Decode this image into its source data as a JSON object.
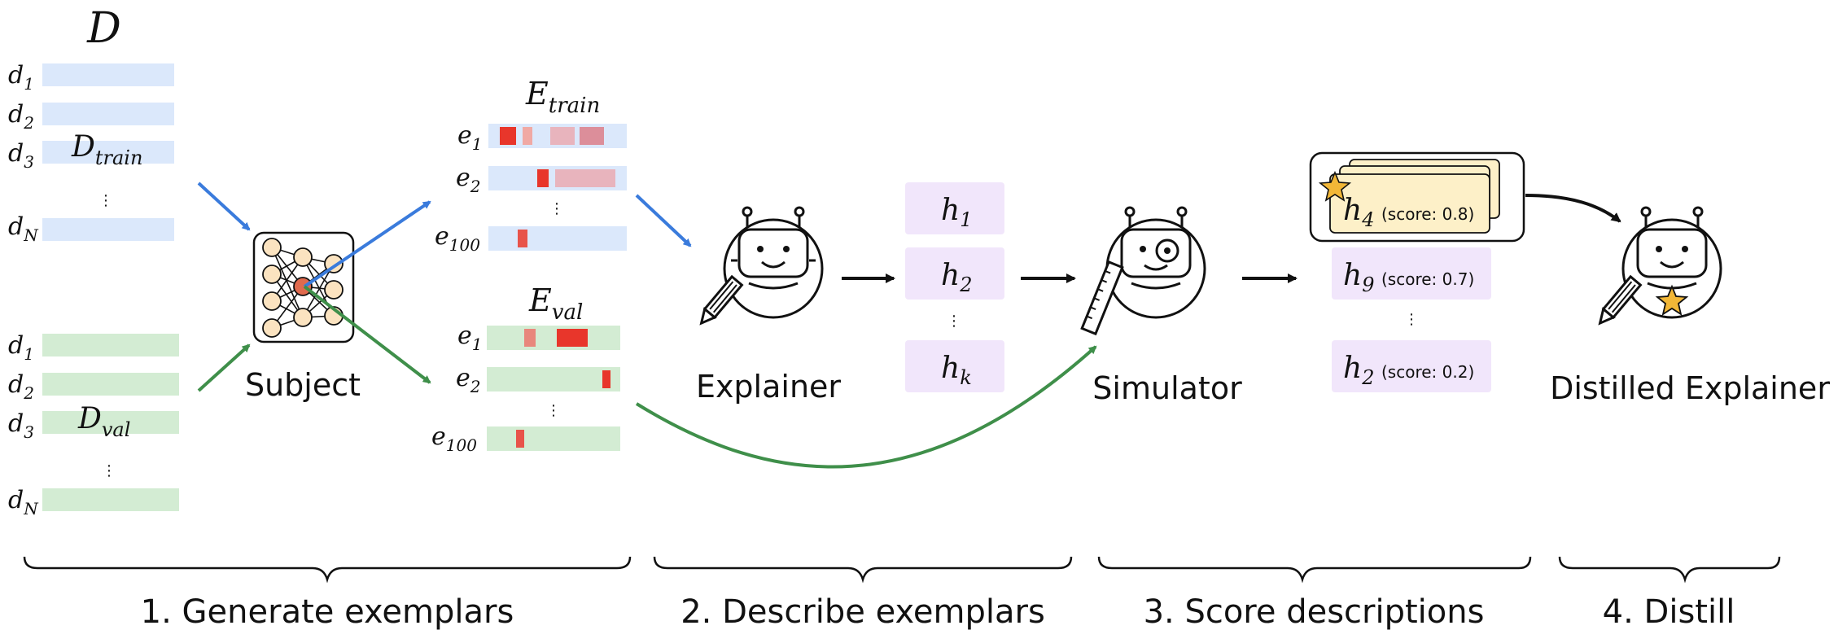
{
  "dataset": {
    "symbol": "D",
    "train_label": {
      "base": "D",
      "sub": "train"
    },
    "val_label": {
      "base": "D",
      "sub": "val"
    },
    "train_rows": [
      {
        "base": "d",
        "sub": "1"
      },
      {
        "base": "d",
        "sub": "2"
      },
      {
        "base": "d",
        "sub": "3"
      },
      {
        "base": "d",
        "sub": "N"
      }
    ],
    "val_rows": [
      {
        "base": "d",
        "sub": "1"
      },
      {
        "base": "d",
        "sub": "2"
      },
      {
        "base": "d",
        "sub": "3"
      },
      {
        "base": "d",
        "sub": "N"
      }
    ],
    "ellipsis": "⋮"
  },
  "subject": {
    "label": "Subject"
  },
  "exemplars": {
    "train_title": {
      "base": "E",
      "sub": "train"
    },
    "val_title": {
      "base": "E",
      "sub": "val"
    },
    "train_rows": [
      {
        "base": "e",
        "sub": "1"
      },
      {
        "base": "e",
        "sub": "2"
      },
      {
        "base": "e",
        "sub": "100"
      }
    ],
    "val_rows": [
      {
        "base": "e",
        "sub": "1"
      },
      {
        "base": "e",
        "sub": "2"
      },
      {
        "base": "e",
        "sub": "100"
      }
    ],
    "ellipsis": "⋮"
  },
  "explainer": {
    "label": "Explainer"
  },
  "hypotheses": {
    "items": [
      {
        "base": "h",
        "sub": "1"
      },
      {
        "base": "h",
        "sub": "2"
      },
      {
        "base": "h",
        "sub": "k"
      }
    ],
    "ellipsis": "⋮"
  },
  "simulator": {
    "label": "Simulator"
  },
  "scored": {
    "items": [
      {
        "base": "h",
        "sub": "4",
        "score": "(score: 0.8)"
      },
      {
        "base": "h",
        "sub": "9",
        "score": "(score: 0.7)"
      },
      {
        "base": "h",
        "sub": "2",
        "score": "(score: 0.2)"
      }
    ],
    "ellipsis": "⋮"
  },
  "distilled": {
    "label": "Distilled Explainer"
  },
  "stages": [
    {
      "label": "1. Generate exemplars"
    },
    {
      "label": "2. Describe exemplars"
    },
    {
      "label": "3. Score descriptions"
    },
    {
      "label": "4. Distill"
    }
  ],
  "colors": {
    "train_band": "#dbe8fb",
    "val_band": "#d3ecd3",
    "hypothesis_box": "#f1e6fb",
    "highlight_box": "#fdf0c8",
    "blue_arrow": "#3a7bdc",
    "green_arrow": "#3f8f4a",
    "activation_strong": "#e8362b",
    "activation_weak": "#f0a9a4",
    "activation_faint": "#dc8e9a",
    "star": "#f2b737"
  }
}
